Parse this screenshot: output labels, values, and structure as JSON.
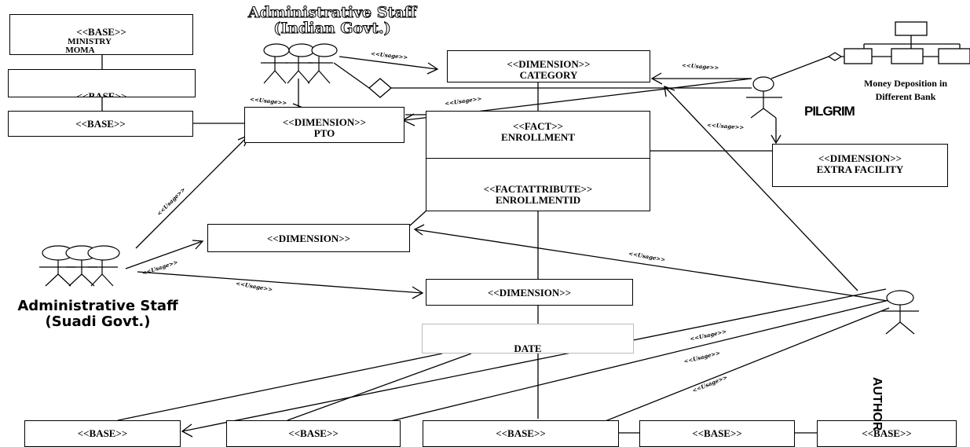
{
  "boxes": {
    "base_ministry": {
      "line1": "<<BASE>>",
      "line2": "MINISTRY",
      "line3": "MOMA"
    },
    "base_clipped": {
      "line1": "<<BASE>>"
    },
    "base_left": {
      "line1": "<<BASE>>"
    },
    "dim_pto": {
      "line1": "<<DIMENSION>>",
      "line2": "PTO"
    },
    "dim_category": {
      "line1": "<<DIMENSION>>",
      "line2": "CATEGORY"
    },
    "fact_enrollment": {
      "line1": "<<FACT>>",
      "line2": "ENROLLMENT"
    },
    "fact_attribute": {
      "line1": "<<FACTATTRIBUTE>>",
      "line2": "ENROLLMENTID"
    },
    "dim_extra": {
      "line1": "<<DIMENSION>>",
      "line2": "EXTRA FACILITY"
    },
    "dim_middle": {
      "line1": "<<DIMENSION>>"
    },
    "dim_lower": {
      "line1": "<<DIMENSION>>"
    },
    "date_box": {
      "line1": "DATE"
    },
    "base_bottom": [
      "<<BASE>>",
      "<<BASE>>",
      "<<BASE>>",
      "<<BASE>>",
      "<<BASE>>"
    ]
  },
  "actors": {
    "indian_staff": {
      "line1": "Administrative Staff",
      "line2": "(Indian Govt.)"
    },
    "saudi_staff": {
      "line1": "Administrative Staff",
      "line2": "(Suadi Govt.)"
    },
    "pilgrim": "PILGRIM",
    "author": "AUTHOR"
  },
  "notes": {
    "money": "Money Deposition in Different Bank"
  },
  "usage_label": "<<Usage>>"
}
